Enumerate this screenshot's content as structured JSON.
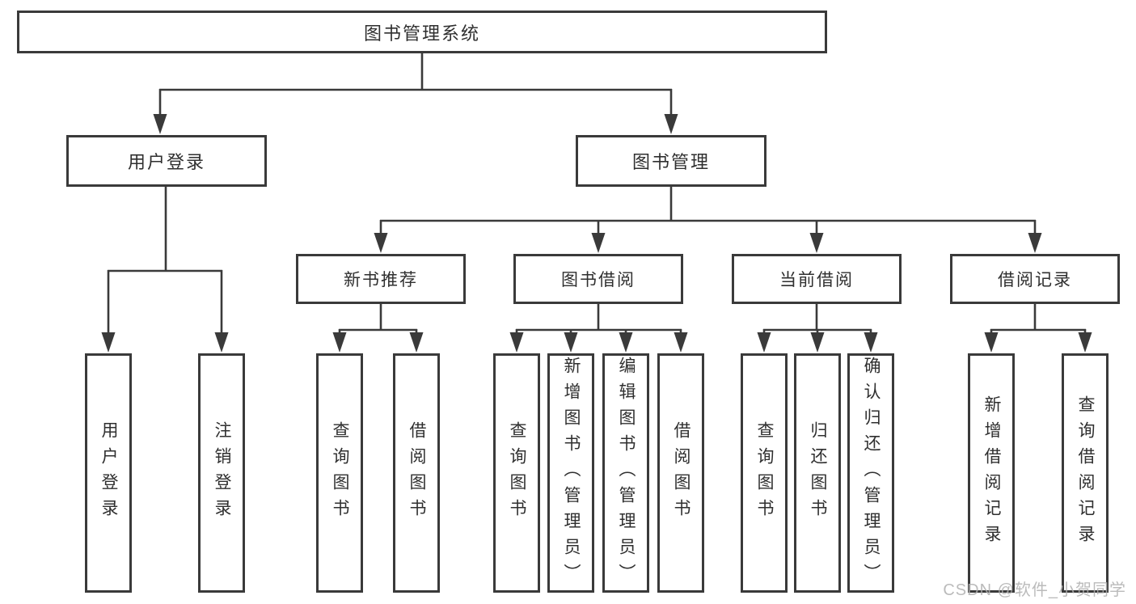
{
  "diagram": {
    "root": {
      "label": "图书管理系统"
    },
    "level1": [
      {
        "label": "用户登录"
      },
      {
        "label": "图书管理"
      }
    ],
    "level2": [
      {
        "label": "新书推荐"
      },
      {
        "label": "图书借阅"
      },
      {
        "label": "当前借阅"
      },
      {
        "label": "借阅记录"
      }
    ],
    "leaves": {
      "user_login": [
        {
          "label": "用户登录"
        },
        {
          "label": "注销登录"
        }
      ],
      "new_book": [
        {
          "label": "查询图书"
        },
        {
          "label": "借阅图书"
        }
      ],
      "book_borrow": [
        {
          "label": "查询图书"
        },
        {
          "label": "新增图书（管理员）"
        },
        {
          "label": "编辑图书（管理员）"
        },
        {
          "label": "借阅图书"
        }
      ],
      "current_borrow": [
        {
          "label": "查询图书"
        },
        {
          "label": "归还图书"
        },
        {
          "label": "确认归还（管理员）"
        }
      ],
      "borrow_record": [
        {
          "label": "新增借阅记录"
        },
        {
          "label": "查询借阅记录"
        }
      ]
    }
  },
  "watermark": {
    "text": "CSDN @软件_小贺同学"
  },
  "colors": {
    "line": "#3a3a3a",
    "text": "#2f2f2f",
    "watermark": "#b0b0b0",
    "background": "#ffffff"
  }
}
